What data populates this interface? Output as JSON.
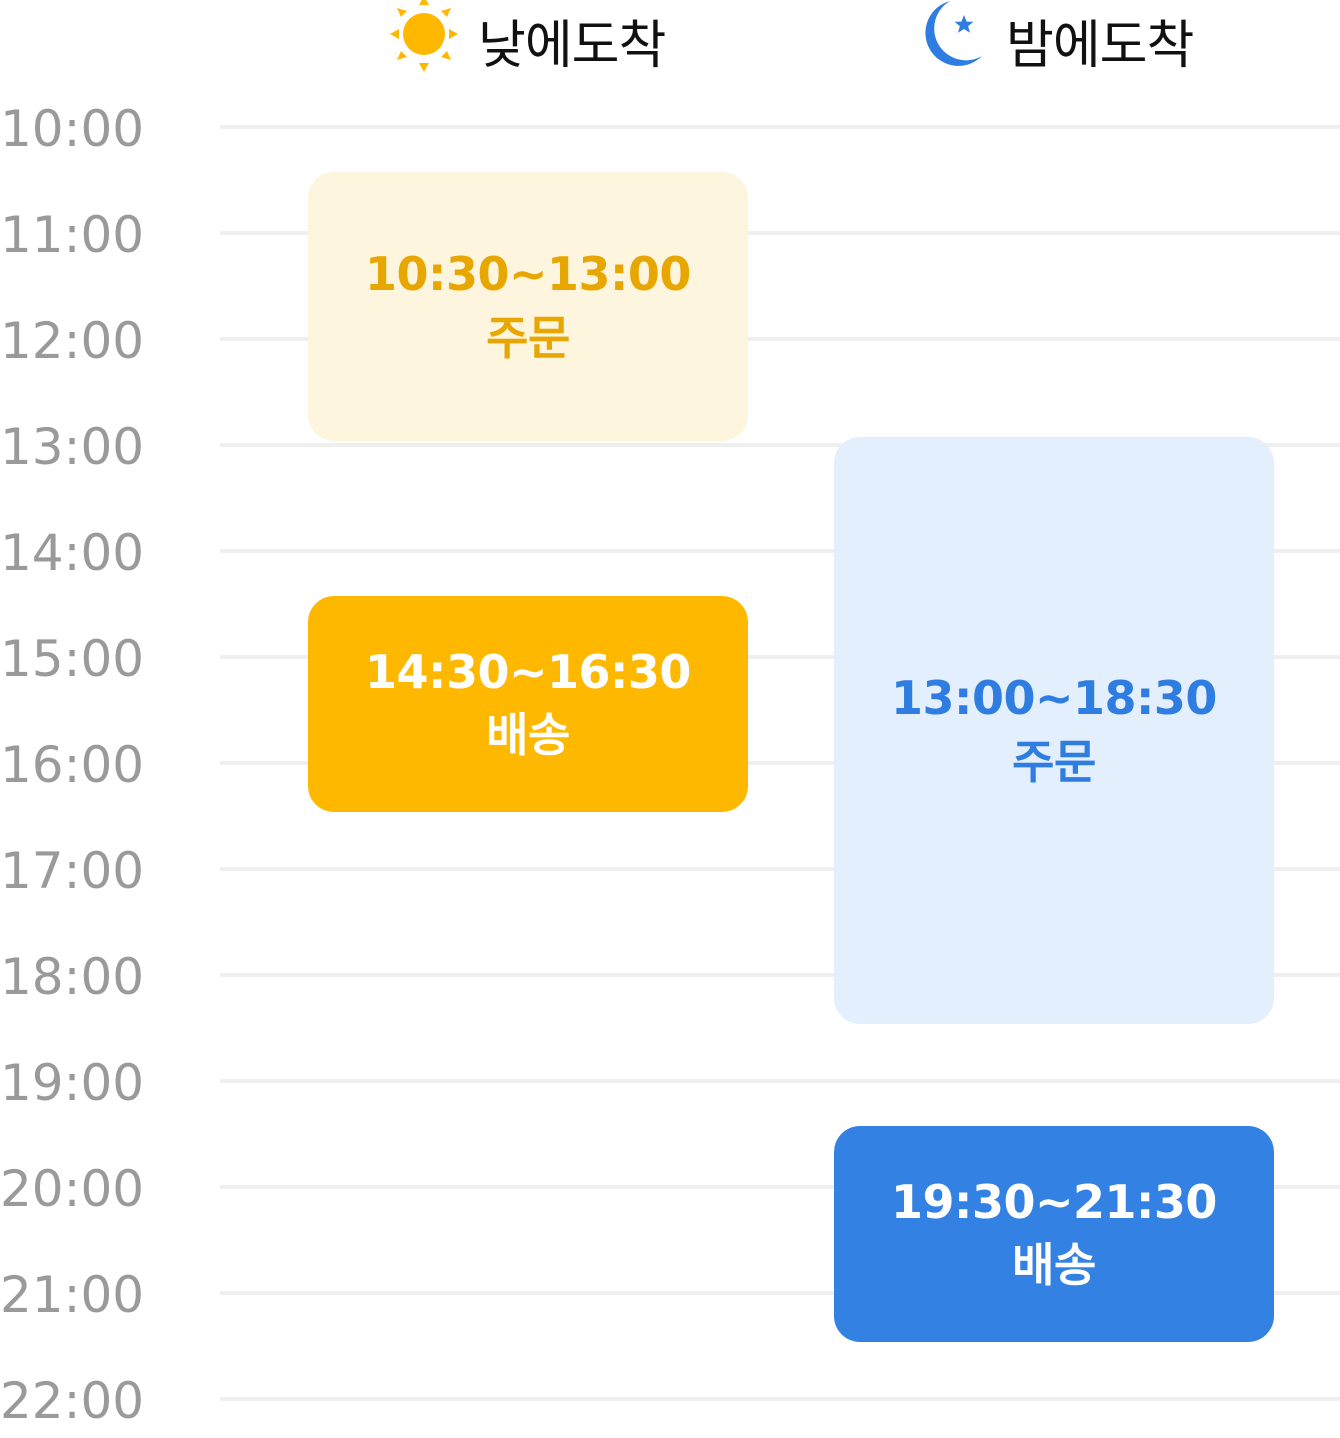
{
  "header": {
    "day_label": "낮에도착",
    "night_label": "밤에도착",
    "day_icon": "sun-icon",
    "night_icon": "moon-star-icon"
  },
  "hours": [
    "10:00",
    "11:00",
    "12:00",
    "13:00",
    "14:00",
    "15:00",
    "16:00",
    "17:00",
    "18:00",
    "19:00",
    "20:00",
    "21:00",
    "22:00"
  ],
  "colors": {
    "day_light_bg": "#fdf5dd",
    "day_light_text": "#e8a600",
    "day_strong_bg": "#ffb800",
    "day_strong_text": "#ffffff",
    "night_light_bg": "#e3effd",
    "night_light_text": "#2f7de1",
    "night_strong_bg": "#3381e3",
    "night_strong_text": "#ffffff",
    "sun": "#ffb800",
    "moon": "#2f7de1"
  },
  "blocks": [
    {
      "id": "day-order",
      "column": "day",
      "start": 10.5,
      "end": 13.0,
      "time": "10:30~13:00",
      "label": "주문",
      "style": "light"
    },
    {
      "id": "day-delivery",
      "column": "day",
      "start": 14.5,
      "end": 16.5,
      "time": "14:30~16:30",
      "label": "배송",
      "style": "strong"
    },
    {
      "id": "night-order",
      "column": "night",
      "start": 13.0,
      "end": 18.5,
      "time": "13:00~18:30",
      "label": "주문",
      "style": "light"
    },
    {
      "id": "night-delivery",
      "column": "night",
      "start": 19.5,
      "end": 21.5,
      "time": "19:30~21:30",
      "label": "배송",
      "style": "strong"
    }
  ]
}
